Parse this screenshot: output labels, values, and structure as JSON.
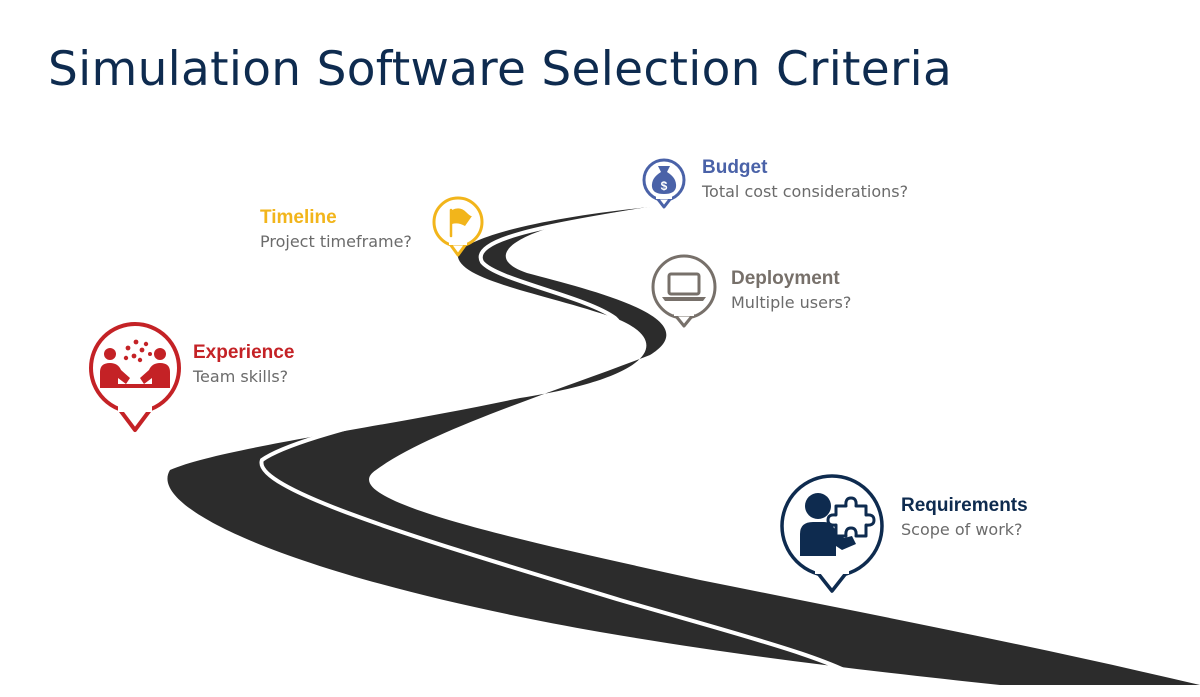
{
  "title": "Simulation Software Selection Criteria",
  "colors": {
    "title": "#0e2b4f",
    "road": "#2c2c2c",
    "road_line": "#ffffff",
    "experience": "#c42226",
    "timeline": "#f2b51b",
    "budget": "#4a62a8",
    "deployment": "#77706a",
    "requirements": "#0e2b4f"
  },
  "milestones": [
    {
      "id": "experience",
      "heading": "Experience",
      "question": "Team skills?",
      "icon": "team-collaboration-icon"
    },
    {
      "id": "timeline",
      "heading": "Timeline",
      "question": "Project timeframe?",
      "icon": "flag-icon"
    },
    {
      "id": "budget",
      "heading": "Budget",
      "question": "Total cost considerations?",
      "icon": "money-bag-icon"
    },
    {
      "id": "deployment",
      "heading": "Deployment",
      "question": "Multiple users?",
      "icon": "laptop-icon"
    },
    {
      "id": "requirements",
      "heading": "Requirements",
      "question": "Scope of work?",
      "icon": "person-puzzle-icon"
    }
  ]
}
